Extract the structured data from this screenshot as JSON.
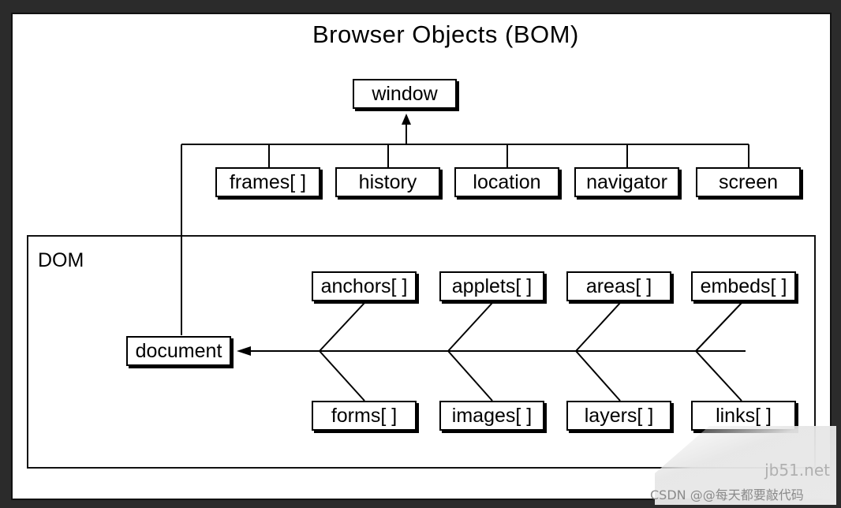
{
  "diagram": {
    "title": "Browser Objects (BOM)",
    "dom_label": "DOM",
    "window": "window",
    "bom_children": [
      "frames[ ]",
      "history",
      "location",
      "navigator",
      "screen"
    ],
    "document": "document",
    "dom_top": [
      "anchors[ ]",
      "applets[ ]",
      "areas[ ]",
      "embeds[ ]"
    ],
    "dom_bottom": [
      "forms[ ]",
      "images[ ]",
      "layers[ ]",
      "links[ ]"
    ]
  },
  "watermark": {
    "site": "jb51.net",
    "credit": "CSDN @@每天都要敲代码"
  }
}
